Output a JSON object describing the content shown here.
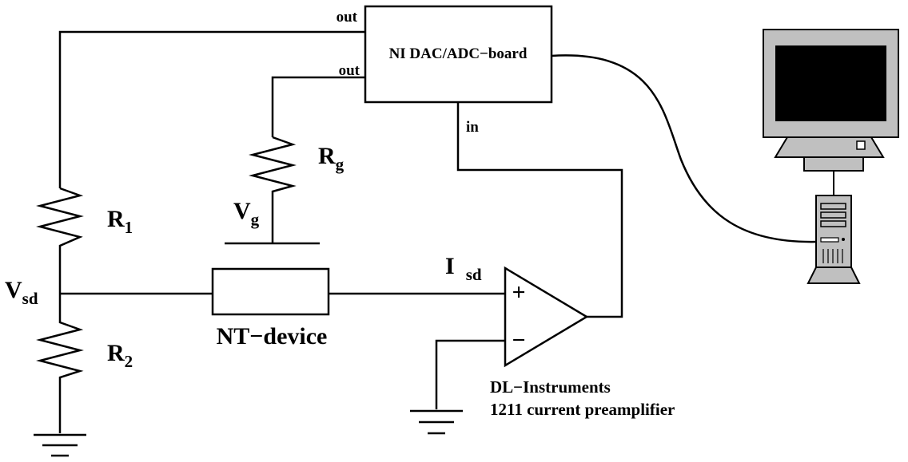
{
  "board": {
    "label": "NI DAC/ADC−board",
    "port_out_1": "out",
    "port_out_2": "out",
    "port_in": "in"
  },
  "resistors": {
    "r1": {
      "main": "R",
      "sub": "1"
    },
    "r2": {
      "main": "R",
      "sub": "2"
    },
    "rg": {
      "main": "R",
      "sub": "g"
    }
  },
  "voltages": {
    "vsd": {
      "main": "V",
      "sub": "sd"
    },
    "vg": {
      "main": "V",
      "sub": "g"
    }
  },
  "current": {
    "main": "I",
    "sub": "sd"
  },
  "device": {
    "label": "NT−device"
  },
  "amplifier": {
    "plus": "+",
    "minus": "−",
    "caption_line1": "DL−Instruments",
    "caption_line2": "1211 current preamplifier"
  },
  "colors": {
    "line": "#000000",
    "monitor_body": "#c0c0c0",
    "screen": "#000000"
  },
  "icons": {
    "computer": "desktop-computer-icon",
    "ground": "ground-symbol-icon"
  }
}
